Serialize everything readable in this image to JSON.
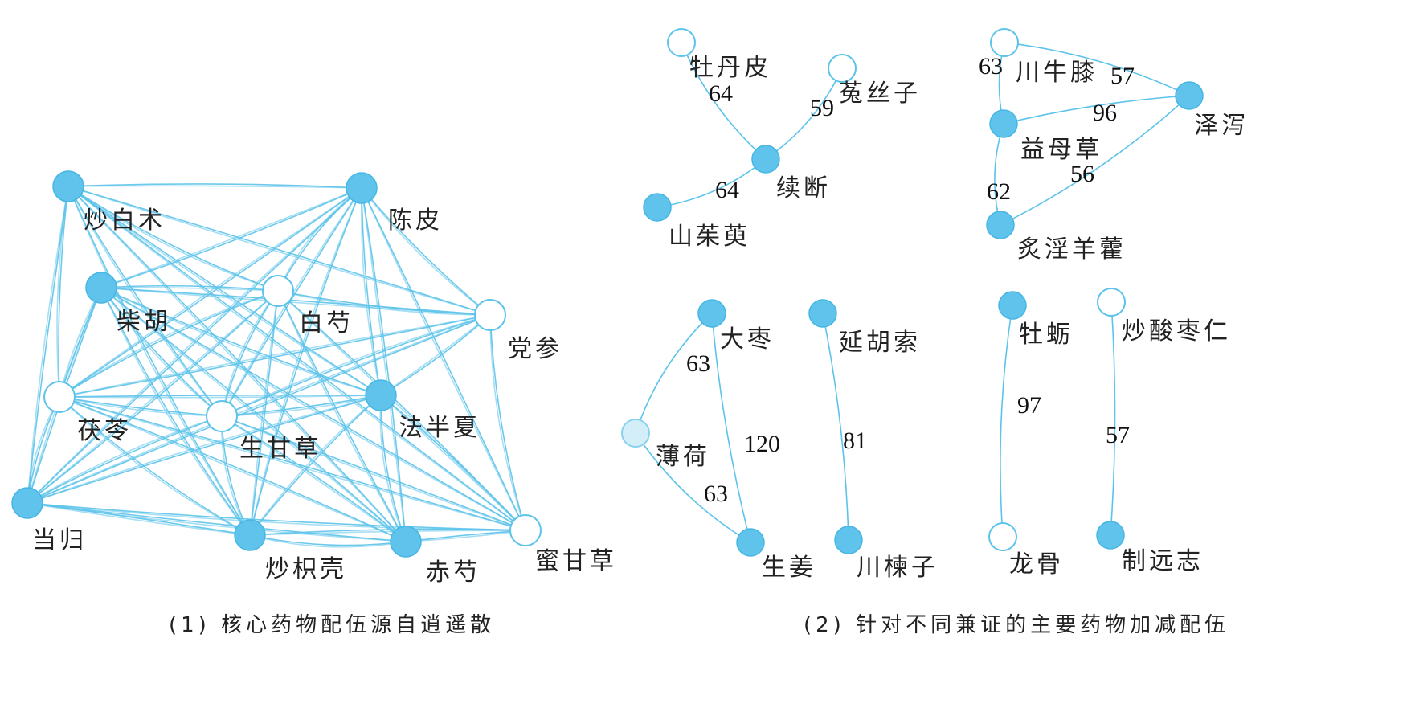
{
  "colors": {
    "edge": "#5cc3ea",
    "filled_node": "#5fc3ec",
    "open_node": "#ffffff",
    "light_node": "#d3eef9"
  },
  "captions": {
    "left": "(1) 核心药物配伍源自逍遥散",
    "right": "(2) 针对不同兼证的主要药物加减配伍"
  },
  "core_network": {
    "nodes": [
      {
        "id": "baizhu",
        "label": "炒白术",
        "style": "filled"
      },
      {
        "id": "chenpi",
        "label": "陈皮",
        "style": "filled"
      },
      {
        "id": "chaihu",
        "label": "柴胡",
        "style": "filled"
      },
      {
        "id": "baishao",
        "label": "白芍",
        "style": "open"
      },
      {
        "id": "dangshen",
        "label": "党参",
        "style": "open"
      },
      {
        "id": "fuling",
        "label": "茯苓",
        "style": "open"
      },
      {
        "id": "shenggancao",
        "label": "生甘草",
        "style": "open"
      },
      {
        "id": "fabanxia",
        "label": "法半夏",
        "style": "filled"
      },
      {
        "id": "danggui",
        "label": "当归",
        "style": "filled"
      },
      {
        "id": "zhiqiao",
        "label": "炒枳壳",
        "style": "filled"
      },
      {
        "id": "chishao",
        "label": "赤芍",
        "style": "filled"
      },
      {
        "id": "migancao",
        "label": "蜜甘草",
        "style": "open"
      }
    ]
  },
  "clusters": [
    {
      "id": "cluster-xuduan",
      "nodes": [
        {
          "id": "mudanpi",
          "label": "牡丹皮",
          "style": "open"
        },
        {
          "id": "tusizi",
          "label": "菟丝子",
          "style": "open"
        },
        {
          "id": "xuduan",
          "label": "续断",
          "style": "filled"
        },
        {
          "id": "shanzhuyu",
          "label": "山茱萸",
          "style": "filled"
        }
      ],
      "edges": [
        {
          "from": "mudanpi",
          "to": "xuduan",
          "weight": "64"
        },
        {
          "from": "tusizi",
          "to": "xuduan",
          "weight": "59"
        },
        {
          "from": "shanzhuyu",
          "to": "xuduan",
          "weight": "64"
        }
      ]
    },
    {
      "id": "cluster-zexie",
      "nodes": [
        {
          "id": "niuxi",
          "label": "川牛膝",
          "style": "open"
        },
        {
          "id": "zexie",
          "label": "泽泻",
          "style": "filled"
        },
        {
          "id": "yimucao",
          "label": "益母草",
          "style": "filled"
        },
        {
          "id": "yinyanghuo",
          "label": "炙淫羊藿",
          "style": "filled"
        }
      ],
      "edges": [
        {
          "from": "niuxi",
          "to": "yimucao",
          "weight": "63"
        },
        {
          "from": "niuxi",
          "to": "zexie",
          "weight": "57"
        },
        {
          "from": "yimucao",
          "to": "zexie",
          "weight": "96"
        },
        {
          "from": "yinyanghuo",
          "to": "zexie",
          "weight": "56"
        },
        {
          "from": "yimucao",
          "to": "yinyanghuo",
          "weight": "62"
        }
      ]
    },
    {
      "id": "cluster-dazao",
      "nodes": [
        {
          "id": "dazao",
          "label": "大枣",
          "style": "filled"
        },
        {
          "id": "bohe",
          "label": "薄荷",
          "style": "light"
        },
        {
          "id": "shengjiang",
          "label": "生姜",
          "style": "filled"
        }
      ],
      "edges": [
        {
          "from": "dazao",
          "to": "bohe",
          "weight": "63"
        },
        {
          "from": "dazao",
          "to": "shengjiang",
          "weight": "120"
        },
        {
          "from": "bohe",
          "to": "shengjiang",
          "weight": "63"
        }
      ]
    },
    {
      "id": "cluster-yanhusuo",
      "nodes": [
        {
          "id": "yanhusuo",
          "label": "延胡索",
          "style": "filled"
        },
        {
          "id": "chuanlianzi",
          "label": "川楝子",
          "style": "filled"
        }
      ],
      "edges": [
        {
          "from": "yanhusuo",
          "to": "chuanlianzi",
          "weight": "81"
        }
      ]
    },
    {
      "id": "cluster-muli",
      "nodes": [
        {
          "id": "muli",
          "label": "牡蛎",
          "style": "filled"
        },
        {
          "id": "longgu",
          "label": "龙骨",
          "style": "open"
        }
      ],
      "edges": [
        {
          "from": "muli",
          "to": "longgu",
          "weight": "97"
        }
      ]
    },
    {
      "id": "cluster-zaoren",
      "nodes": [
        {
          "id": "zaoren",
          "label": "炒酸枣仁",
          "style": "open"
        },
        {
          "id": "yuanzhi",
          "label": "制远志",
          "style": "filled"
        }
      ],
      "edges": [
        {
          "from": "zaoren",
          "to": "yuanzhi",
          "weight": "57"
        }
      ]
    }
  ]
}
